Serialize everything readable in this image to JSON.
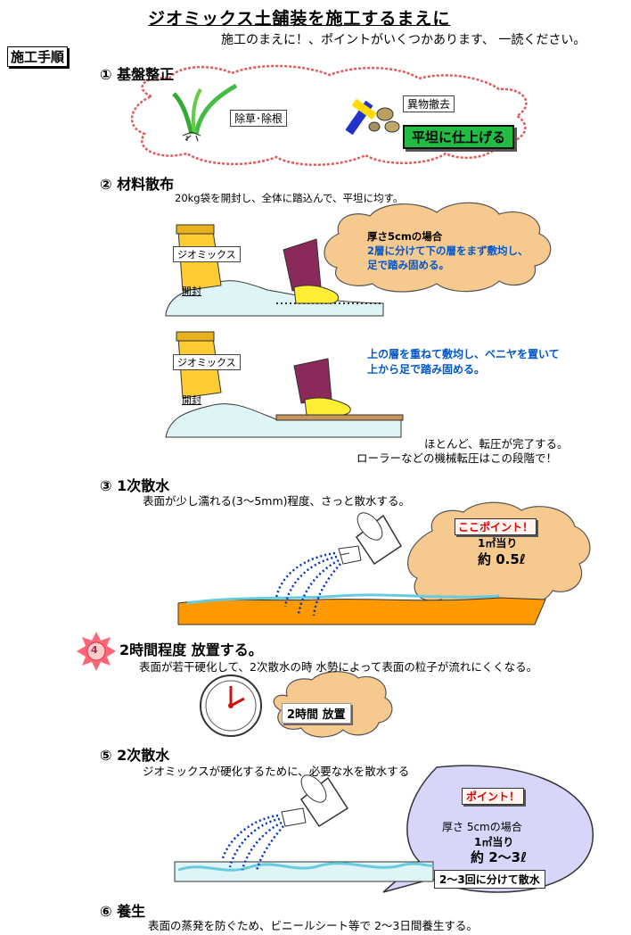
{
  "title": "ジオミックス土舗装を施工するまえに",
  "intro": "施工のまえに！、ポイントがいくつかあります、 一読ください。",
  "section_label": "施工手順",
  "steps": {
    "s1": {
      "heading": "① 基盤整正",
      "weeding": "除草･除根",
      "debris": "異物撤去",
      "leveling": "平坦に仕上げる"
    },
    "s2": {
      "heading": "② 材料散布",
      "desc": "20kg袋を開封し、全体に踏込んで、平坦に均す。",
      "bag_label": "ジオミックス",
      "open_label": "開封",
      "cloud_title": "厚さ5cmの場合",
      "cloud_line1": "2層に分けて下の層をまず敷均し、",
      "cloud_line2": "足で踏み固める。",
      "note_line1": "上の層を重ねて敷均し、ベニヤを置いて",
      "note_line2": "上から足で踏み固める。",
      "done_line1": "ほとんど、転圧が完了する。",
      "done_line2": "ローラーなどの機械転圧はこの段階で！"
    },
    "s3": {
      "heading": "③ 1次散水",
      "desc": "表面が少し濡れる(3～5mm)程度、さっと散水する。",
      "point": "ここポイント！",
      "per": "1㎡当り",
      "amount": "約 0.5ℓ"
    },
    "s4": {
      "badge": "4",
      "heading": "2時間程度 放置する。",
      "desc": "表面が若干硬化して、2次散水の時 水勢によって表面の粒子が流れにくくなる。",
      "bubble": "2時間 放置"
    },
    "s5": {
      "heading": "⑤ 2次散水",
      "desc": "ジオミックスが硬化するために、必要な水を散水する",
      "point": "ポイント！",
      "thickness": "厚さ 5cmの場合",
      "per": "1㎡当り",
      "amount": "約 2～3ℓ",
      "split": "2～3回に分けて散水"
    },
    "s6": {
      "heading": "⑥ 養生",
      "desc": "表面の蒸発を防ぐため、ビニールシート等で 2～3日間養生する。"
    }
  },
  "colors": {
    "cloud_orange": "#f6c98e",
    "cloud_pink_outline": "#e45a5a",
    "leveling_bg": "#22bb44",
    "ground_cyan": "#dff4f7",
    "ground_orange": "#ff9900",
    "bubble_lavender": "#d7d6fa",
    "bag_yellow": "#ffcc33",
    "leg_purple": "#8a2a5a",
    "shoe_yellow": "#ffee33",
    "water_blue": "#0033cc"
  },
  "icons": [
    "grass-icon",
    "shovel-icon",
    "stones-icon",
    "bag-icon",
    "leg-icon",
    "watering-can-icon",
    "clock-icon",
    "sun-badge-icon"
  ]
}
